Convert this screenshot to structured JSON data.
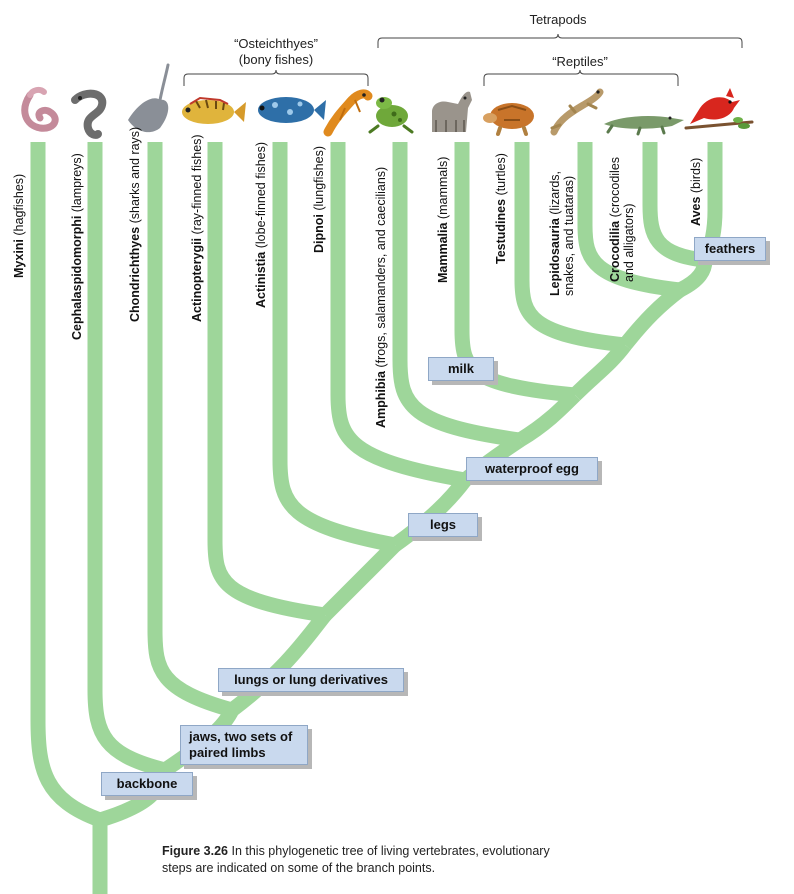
{
  "brackets": {
    "osteichthyes_line1": "“Osteichthyes”",
    "osteichthyes_line2": "(bony fishes)",
    "tetrapods": "Tetrapods",
    "reptiles": "“Reptiles”"
  },
  "taxa": [
    {
      "name": "Myxini",
      "detail": " (hagfishes)"
    },
    {
      "name": "Cephalaspidomorphi",
      "detail": " (lampreys)"
    },
    {
      "name": "Chondrichthyes",
      "detail": " (sharks and rays)"
    },
    {
      "name": "Actinopterygii",
      "detail": " (ray-finned fishes)"
    },
    {
      "name": "Actinistia",
      "detail": " (lobe-finned fishes)"
    },
    {
      "name": "Dipnoi",
      "detail": " (lungfishes)"
    },
    {
      "name": "Amphibia",
      "detail": " (frogs, salamanders, and caecilians)"
    },
    {
      "name": "Mammalia",
      "detail": " (mammals)"
    },
    {
      "name": "Testudines",
      "detail": " (turtles)"
    },
    {
      "name": "Lepidosauria",
      "detail": " (lizards,",
      "line2": "snakes, and tuataras)"
    },
    {
      "name": "Crocodilia",
      "detail": " (crocodiles",
      "line2": "and alligators)"
    },
    {
      "name": "Aves",
      "detail": " (birds)"
    }
  ],
  "traits": {
    "backbone": "backbone",
    "jaws_line1": "jaws, two sets of",
    "jaws_line2": "paired limbs",
    "lungs": "lungs or lung derivatives",
    "legs": "legs",
    "waterproof_egg": "waterproof egg",
    "milk": "milk",
    "feathers": "feathers"
  },
  "caption": {
    "figure_label": "Figure 3.26",
    "text": "  In this phylogenetic tree of living vertebrates, evolutionary steps are indicated on some of the branch points."
  },
  "icons": [
    "hagfish-icon",
    "lamprey-icon",
    "ray-icon",
    "perch-icon",
    "coelacanth-icon",
    "lungfish-icon",
    "frog-icon",
    "wolf-icon",
    "turtle-icon",
    "lizard-icon",
    "crocodile-icon",
    "cardinal-icon"
  ],
  "colors": {
    "branch": "#9ed69a",
    "trait_box": "#c9d9ee"
  }
}
